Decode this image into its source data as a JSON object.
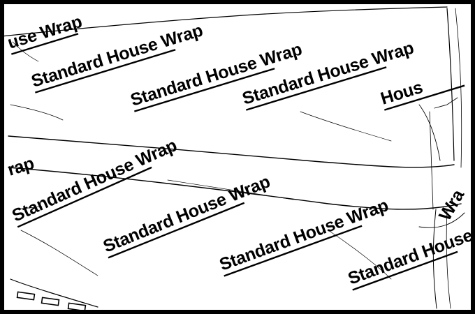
{
  "illustration": {
    "wrap_label": "Standard House Wrap",
    "fragment_top_left": "use Wrap",
    "fragment_left": "rap",
    "fragment_right": "Hous",
    "fragment_right_lower": "Wra",
    "line_color": "#000000",
    "background_color": "#ffffff"
  }
}
